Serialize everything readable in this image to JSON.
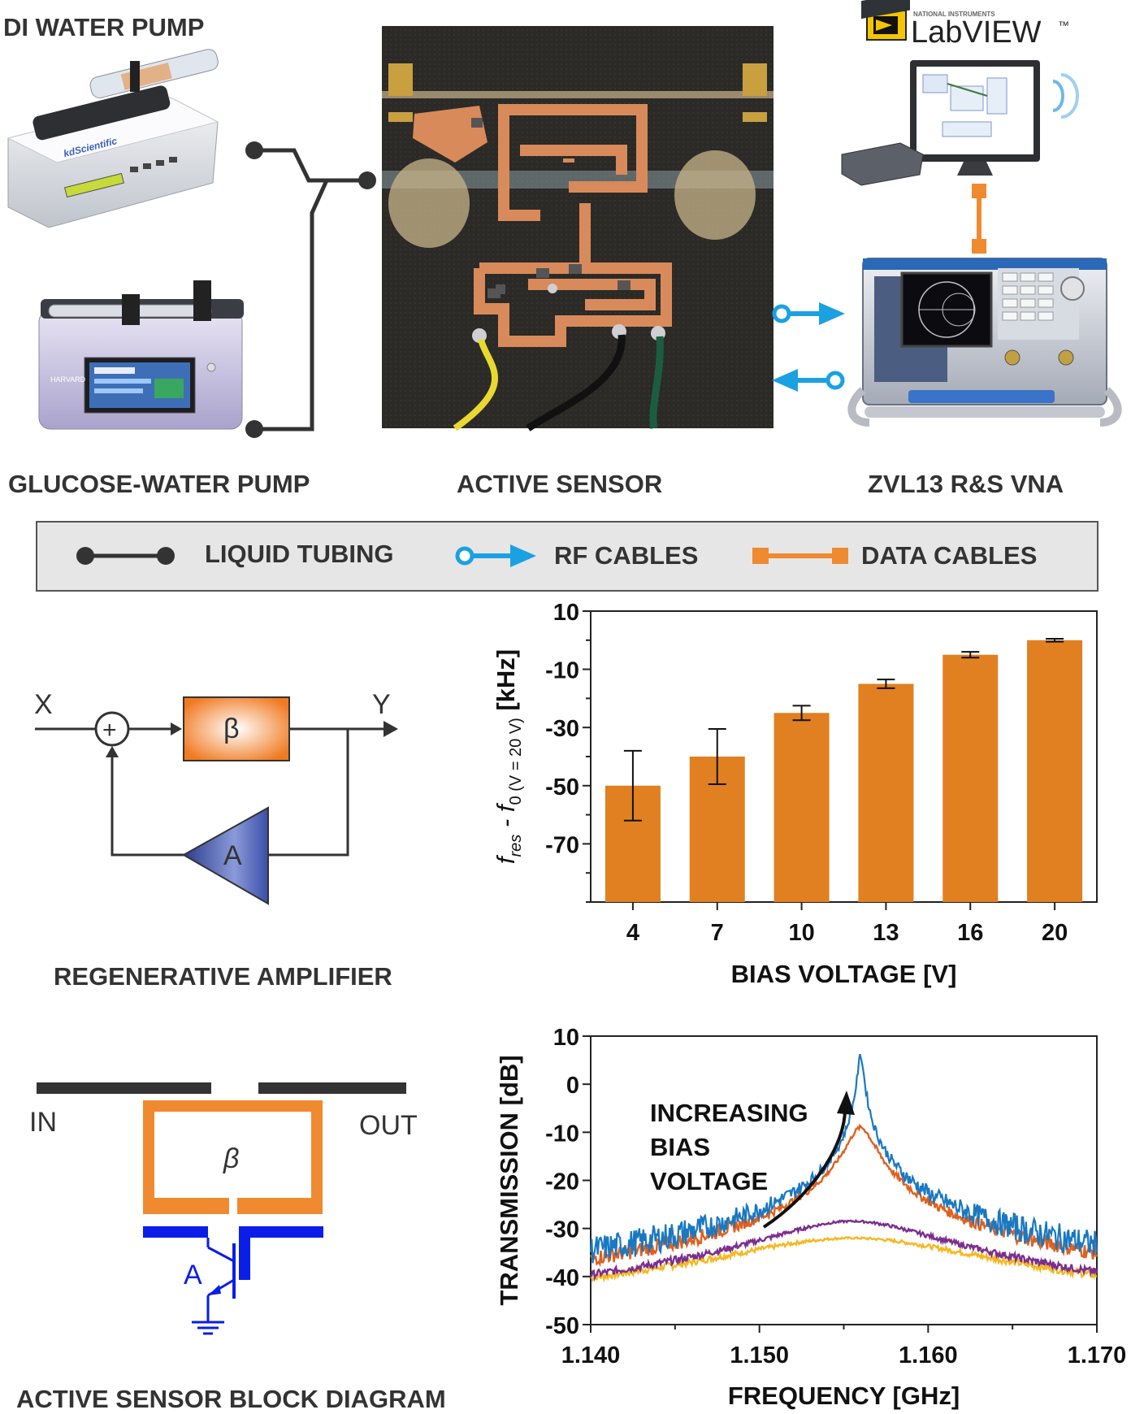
{
  "labels": {
    "di_water_pump": "DI WATER PUMP",
    "glucose_water_pump": "GLUCOSE-WATER PUMP",
    "active_sensor": "ACTIVE SENSOR",
    "vna": "ZVL13 R&S VNA",
    "regenerative_amplifier": "REGENERATIVE AMPLIFIER",
    "active_sensor_block_diagram": "ACTIVE SENSOR BLOCK DIAGRAM",
    "labview_small": "NATIONAL INSTRUMENTS",
    "labview": "LabVIEW",
    "labview_tm": "™",
    "pump1_brand": "kdScientific",
    "pump2_brand": "HARVARD"
  },
  "legend": {
    "liquid_tubing": "LIQUID TUBING",
    "rf_cables": "RF CABLES",
    "data_cables": "DATA CABLES"
  },
  "block_diagram": {
    "x": "X",
    "y": "Y",
    "beta": "β",
    "a": "A",
    "plus": "+"
  },
  "sensor_diagram": {
    "in": "IN",
    "out": "OUT",
    "beta": "β",
    "a": "A"
  },
  "colors": {
    "orange": "#E08020",
    "blue_rf": "#1BA1E2",
    "data_orange": "#F08A30",
    "tubing": "#333333",
    "blue_circuit": "#0A1EE8"
  },
  "chart_data": [
    {
      "type": "bar",
      "categories": [
        "4",
        "7",
        "10",
        "13",
        "16",
        "20"
      ],
      "values": [
        -50,
        -40,
        -25,
        -15,
        -5,
        0
      ],
      "error": [
        12,
        9.5,
        2.5,
        1.5,
        1,
        0.5
      ],
      "xlabel": "BIAS VOLTAGE [V]",
      "ylabel_main": "f",
      "ylabel_sub1": "res",
      "ylabel_mid": " - f",
      "ylabel_sub2": "0 (V = 20 V)",
      "ylabel_unit": " [kHz]",
      "ylim": [
        -90,
        10
      ],
      "yticks": [
        "10",
        "-10",
        "-30",
        "-50",
        "-70"
      ],
      "ytick_values": [
        10,
        -10,
        -30,
        -50,
        -70
      ],
      "color": "#E08020",
      "grid": false
    },
    {
      "type": "line",
      "xlabel": "FREQUENCY [GHz]",
      "ylabel": "TRANSMISSION [dB]",
      "xlim": [
        1.14,
        1.17
      ],
      "ylim": [
        -50,
        10
      ],
      "xticks": [
        "1.140",
        "1.150",
        "1.160",
        "1.170"
      ],
      "xtick_values": [
        1.14,
        1.15,
        1.16,
        1.17
      ],
      "yticks": [
        "10",
        "0",
        "-10",
        "-20",
        "-30",
        "-40",
        "-50"
      ],
      "ytick_values": [
        10,
        0,
        -10,
        -20,
        -30,
        -40,
        -50
      ],
      "annotation": [
        "INCREASING",
        "BIAS",
        "VOLTAGE"
      ],
      "series": [
        {
          "color": "#F5B820",
          "peak_db": -32,
          "f0": 1.1555,
          "width": 0.0065,
          "baseline": -47.5
        },
        {
          "color": "#7B2E8E",
          "peak_db": -28.5,
          "f0": 1.1555,
          "width": 0.0045,
          "baseline": -48
        },
        {
          "color": "#E0601E",
          "peak_db": -9,
          "f0": 1.156,
          "width": 0.0007,
          "baseline": -48.5
        },
        {
          "color": "#1A78C2",
          "peak_db": 6,
          "f0": 1.156,
          "width": 0.00015,
          "baseline": -49
        }
      ],
      "grid": false
    }
  ]
}
